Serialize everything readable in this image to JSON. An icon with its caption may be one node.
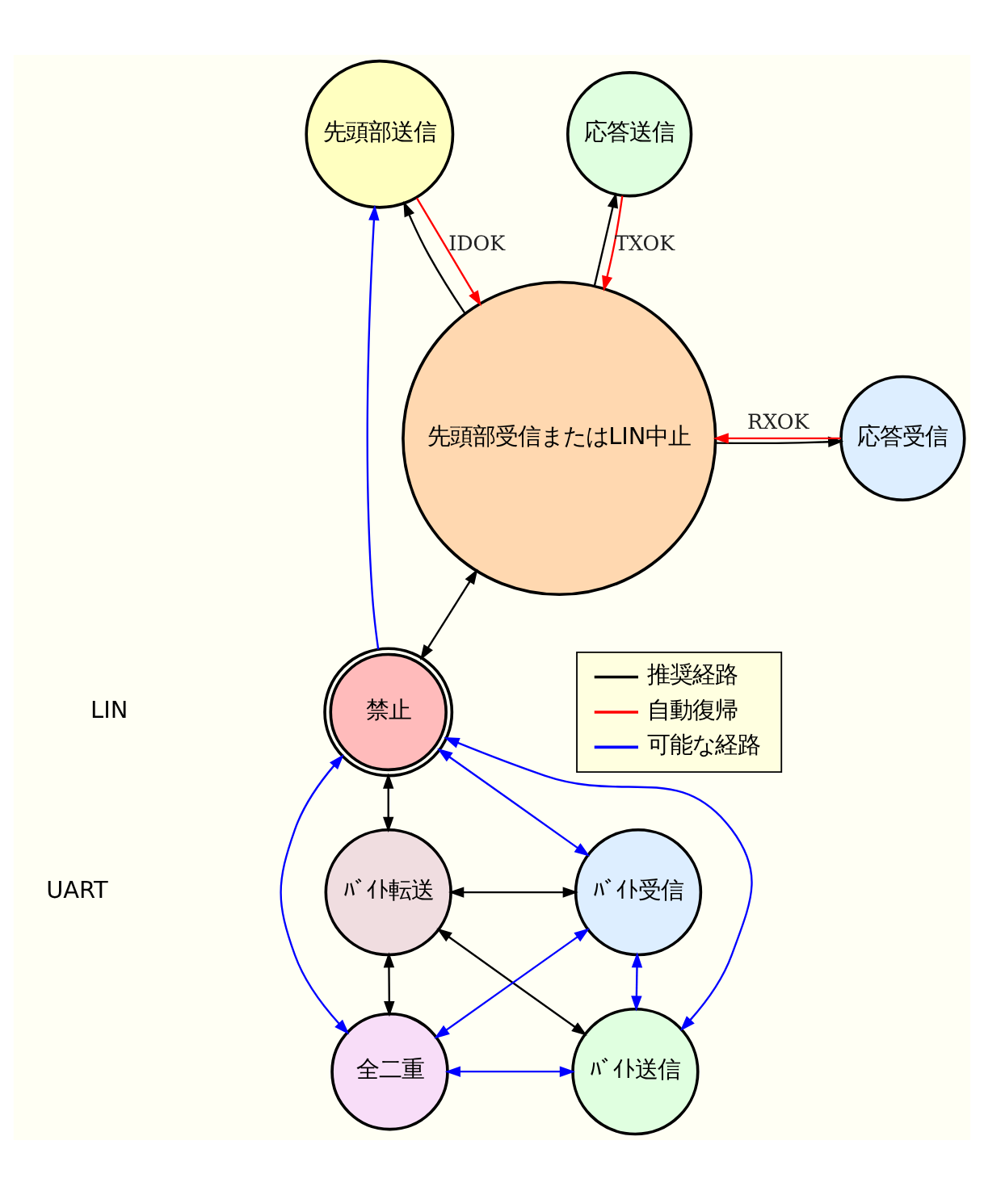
{
  "diagram": {
    "nodes": [
      {
        "text": [
          "先頭部送信"
        ]
      },
      {
        "text": [
          "応答送信"
        ]
      },
      {
        "text": [
          "先頭部受信またはLIN中止"
        ]
      },
      {
        "text": [
          "応答受信"
        ]
      },
      {
        "text": [
          "禁止"
        ]
      },
      {
        "text": [
          "ﾊﾞｲﾄ転送"
        ]
      },
      {
        "text": [
          "ﾊﾞｲﾄ受信"
        ]
      },
      {
        "text": [
          "全二重"
        ]
      },
      {
        "text": [
          "ﾊﾞｲﾄ送信"
        ]
      }
    ],
    "edges": [
      {
        "from": 0,
        "to": 2,
        "arrow": "to",
        "label": "IDOK",
        "color": "#ff0000"
      },
      {
        "from": 2,
        "to": 0,
        "arrow": "to"
      },
      {
        "from": 2,
        "to": 1,
        "arrow": "to"
      },
      {
        "from": 1,
        "to": 2,
        "arrow": "to",
        "label": "TXOK",
        "color": "#ff0000"
      },
      {
        "from": 2,
        "to": 3,
        "arrow": "to"
      },
      {
        "from": 3,
        "to": 2,
        "arrow": "to",
        "label": "RXOK",
        "color": "#ff0000"
      },
      {
        "from": 2,
        "to": 4,
        "arrow": "both"
      },
      {
        "from": 4,
        "to": 0,
        "arrow": "to",
        "color": "#0000ff"
      },
      {
        "from": 4,
        "to": 5,
        "arrow": "both"
      },
      {
        "from": 4,
        "to": 7,
        "arrow": "both",
        "color": "#0000ff"
      },
      {
        "from": 4,
        "to": 6,
        "arrow": "both",
        "color": "#0000ff"
      },
      {
        "from": 4,
        "to": 8,
        "arrow": "both",
        "color": "#0000ff"
      },
      {
        "from": 5,
        "to": 6,
        "arrow": "both"
      },
      {
        "from": 5,
        "to": 7,
        "arrow": "both"
      },
      {
        "from": 5,
        "to": 8,
        "arrow": "both"
      },
      {
        "from": 6,
        "to": 7,
        "arrow": "both",
        "color": "#0000ff"
      },
      {
        "from": 7,
        "to": 8,
        "arrow": "both",
        "color": "#0000ff"
      },
      {
        "from": 6,
        "to": 8,
        "arrow": "both",
        "color": "#0000ff"
      }
    ],
    "labels": [
      "LIN",
      "UART"
    ],
    "legend": [
      {
        "text": "推奨経路",
        "color": "#000000"
      },
      {
        "text": "自動復帰",
        "color": "#ff0000"
      },
      {
        "text": "可能な経路",
        "color": "#0000ff"
      }
    ]
  }
}
